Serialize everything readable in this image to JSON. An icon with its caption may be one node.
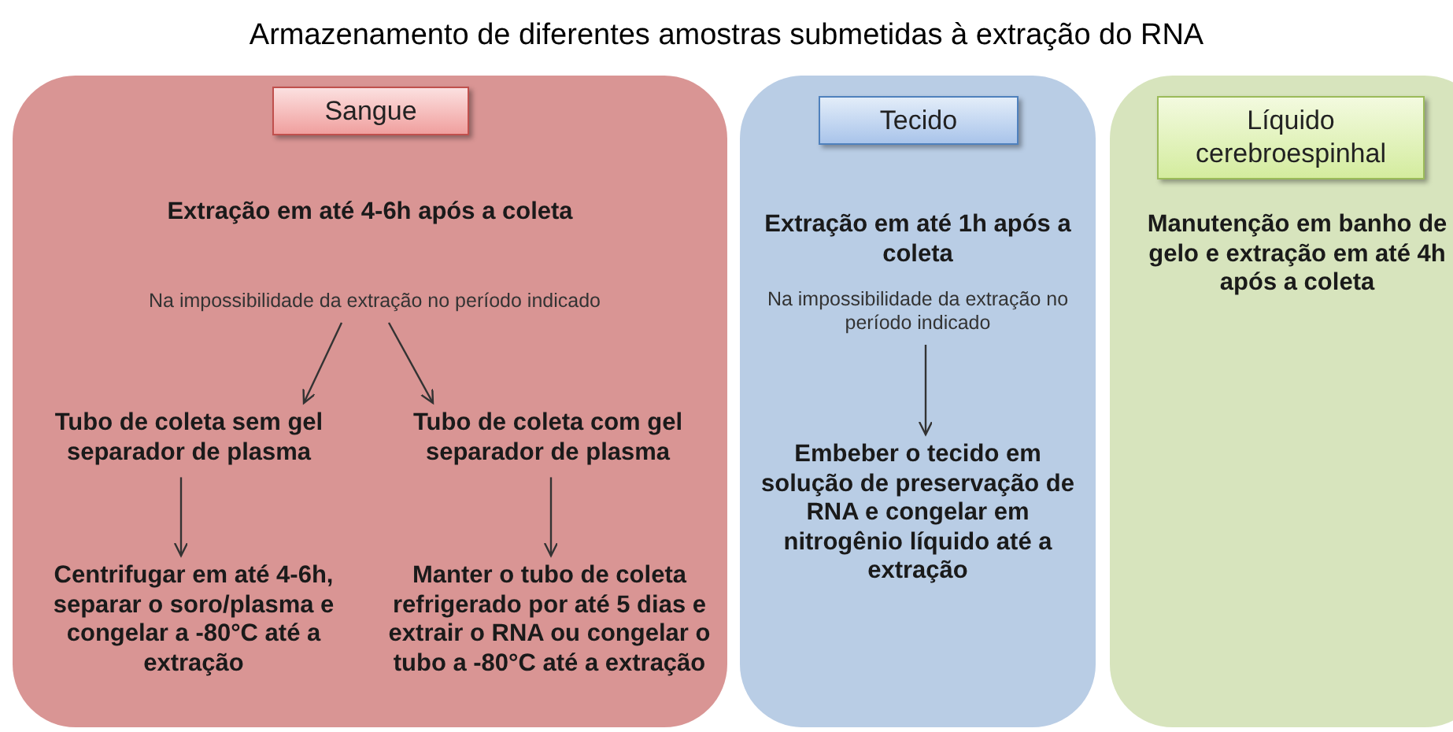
{
  "diagram": {
    "title": "Armazenamento de diferentes amostras submetidas à extração do RNA",
    "nodes": [
      {
        "text": [
          "Sangue",
          "Extração em até 4-6h após a coleta"
        ]
      },
      {
        "text": [
          "Na impossibilidade da extração no período indicado"
        ],
        "in": 0
      },
      {
        "text": [
          "Tubo de coleta sem gel separador de plasma"
        ],
        "in": 0
      },
      {
        "text": [
          "Tubo de coleta com gel separador de plasma"
        ],
        "in": 0
      },
      {
        "text": [
          "Centrifugar em até 4-6h, separar o soro/plasma e congelar a -80°C até a extração"
        ],
        "in": 0
      },
      {
        "text": [
          "Manter o tubo de coleta refrigerado por até 5 dias e extrair o RNA ou congelar o tubo a -80°C até a extração"
        ],
        "in": 0
      },
      {
        "text": [
          "Tecido",
          "Extração em até 1h após a coleta"
        ]
      },
      {
        "text": [
          "Na impossibilidade da extração no período indicado"
        ],
        "in": 6
      },
      {
        "text": [
          "Embeber o tecido em solução de preservação de RNA e congelar em nitrogênio líquido até a extração"
        ],
        "in": 6
      },
      {
        "text": [
          "Líquido cerebroespinhal",
          "Manutenção em banho de gelo e extração em até 4h após a coleta"
        ]
      }
    ],
    "edges": [
      {
        "from": 1,
        "to": 2,
        "arrow": "to"
      },
      {
        "from": 1,
        "to": 3,
        "arrow": "to"
      },
      {
        "from": 2,
        "to": 4,
        "arrow": "to"
      },
      {
        "from": 3,
        "to": 5,
        "arrow": "to"
      },
      {
        "from": 7,
        "to": 8,
        "arrow": "to"
      }
    ]
  }
}
